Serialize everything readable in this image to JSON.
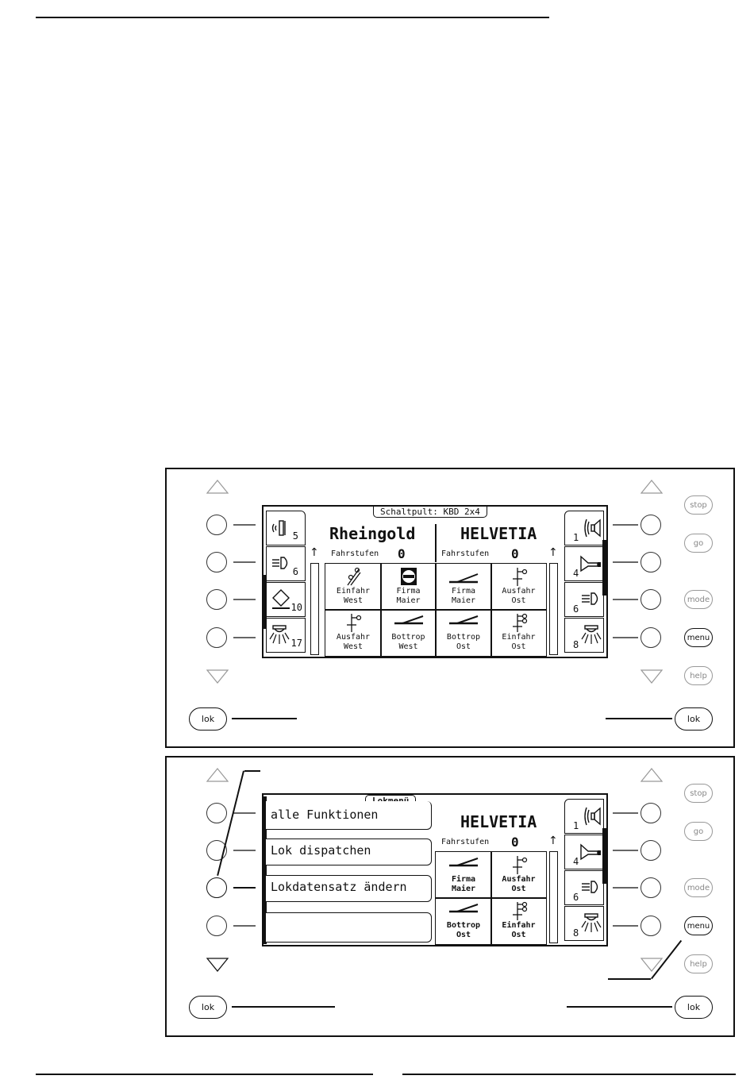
{
  "screen1": {
    "tag": "Schaltpult: KBD 2x4",
    "left_funcs": [
      "5",
      "6",
      "10",
      "17"
    ],
    "right_funcs": [
      "1",
      "4",
      "6",
      "8"
    ],
    "loco_left": {
      "name": "Rheingold",
      "steps_label": "Fahrstufen",
      "steps": "0"
    },
    "loco_right": {
      "name": "HELVETIA",
      "steps_label": "Fahrstufen",
      "steps": "0"
    },
    "cells": [
      {
        "l1": "Einfahr",
        "l2": "West",
        "icon": "signal-junction-icon"
      },
      {
        "l1": "Firma",
        "l2": "Maier",
        "icon": "stop-block-icon"
      },
      {
        "l1": "Firma",
        "l2": "Maier",
        "icon": "turnout-icon"
      },
      {
        "l1": "Ausfahr",
        "l2": "Ost",
        "icon": "signal-icon"
      },
      {
        "l1": "Ausfahr",
        "l2": "West",
        "icon": "signal-icon"
      },
      {
        "l1": "Bottrop",
        "l2": "West",
        "icon": "turnout-icon"
      },
      {
        "l1": "Bottrop",
        "l2": "Ost",
        "icon": "turnout-icon"
      },
      {
        "l1": "Einfahr",
        "l2": "Ost",
        "icon": "signal-double-icon"
      }
    ]
  },
  "screen2": {
    "tag": "Lokmenü",
    "menu": [
      "alle Funktionen",
      "Lok dispatchen",
      "Lokdatensatz ändern",
      ""
    ],
    "right_funcs": [
      "1",
      "4",
      "6",
      "8"
    ],
    "loco": {
      "name": "HELVETIA",
      "steps_label": "Fahrstufen",
      "steps": "0"
    },
    "cells": [
      {
        "l1": "Firma",
        "l2": "Maier",
        "icon": "turnout-icon"
      },
      {
        "l1": "Ausfahr",
        "l2": "Ost",
        "icon": "signal-icon"
      },
      {
        "l1": "Bottrop",
        "l2": "Ost",
        "icon": "turnout-icon"
      },
      {
        "l1": "Einfahr",
        "l2": "Ost",
        "icon": "signal-double-icon"
      }
    ]
  },
  "buttons": {
    "stop": "stop",
    "go": "go",
    "mode": "mode",
    "menu": "menu",
    "help": "help",
    "lok": "lok"
  }
}
